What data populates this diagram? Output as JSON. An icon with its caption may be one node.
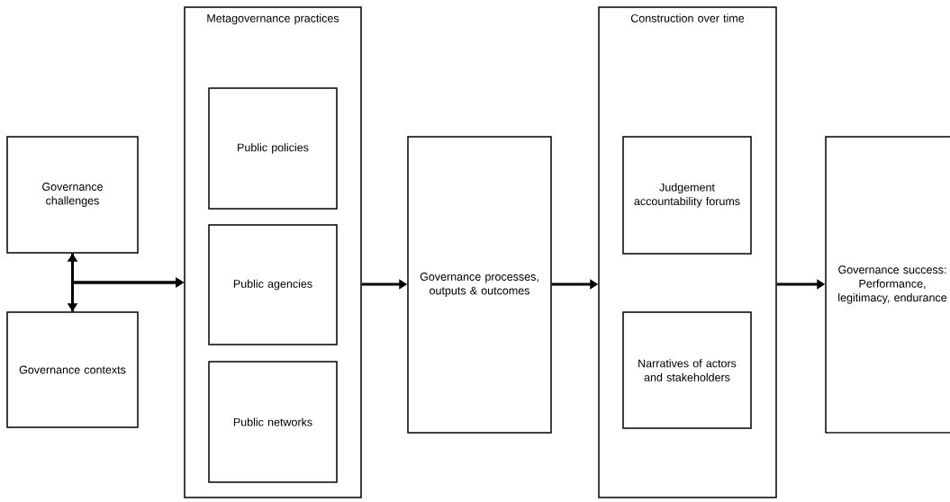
{
  "diagram": {
    "nodes": [
      {
        "text": [
          "Governance challenges"
        ]
      },
      {
        "text": [
          "Governance contexts"
        ]
      },
      {
        "text": [
          "Metagovernance practices"
        ]
      },
      {
        "text": [
          "Public policies"
        ],
        "in": 2
      },
      {
        "text": [
          "Public agencies"
        ],
        "in": 2
      },
      {
        "text": [
          "Public networks"
        ],
        "in": 2
      },
      {
        "text": [
          "Governance processes, outputs & outcomes"
        ]
      },
      {
        "text": [
          "Construction over time"
        ]
      },
      {
        "text": [
          "Judgement accountability forums"
        ],
        "in": 7
      },
      {
        "text": [
          "Narratives of actors and stakeholders"
        ],
        "in": 7
      },
      {
        "text": [
          "Governance success: Performance, legitimacy, endurance"
        ]
      }
    ],
    "edges": [
      {
        "from": 0,
        "to": 1,
        "arrow": "both"
      },
      {
        "from": 0,
        "to": 2,
        "arrow": "to"
      },
      {
        "from": 1,
        "to": 2,
        "arrow": "to"
      },
      {
        "from": 2,
        "to": 6,
        "arrow": "to"
      },
      {
        "from": 6,
        "to": 7,
        "arrow": "to"
      },
      {
        "from": 7,
        "to": 10,
        "arrow": "to"
      }
    ]
  }
}
